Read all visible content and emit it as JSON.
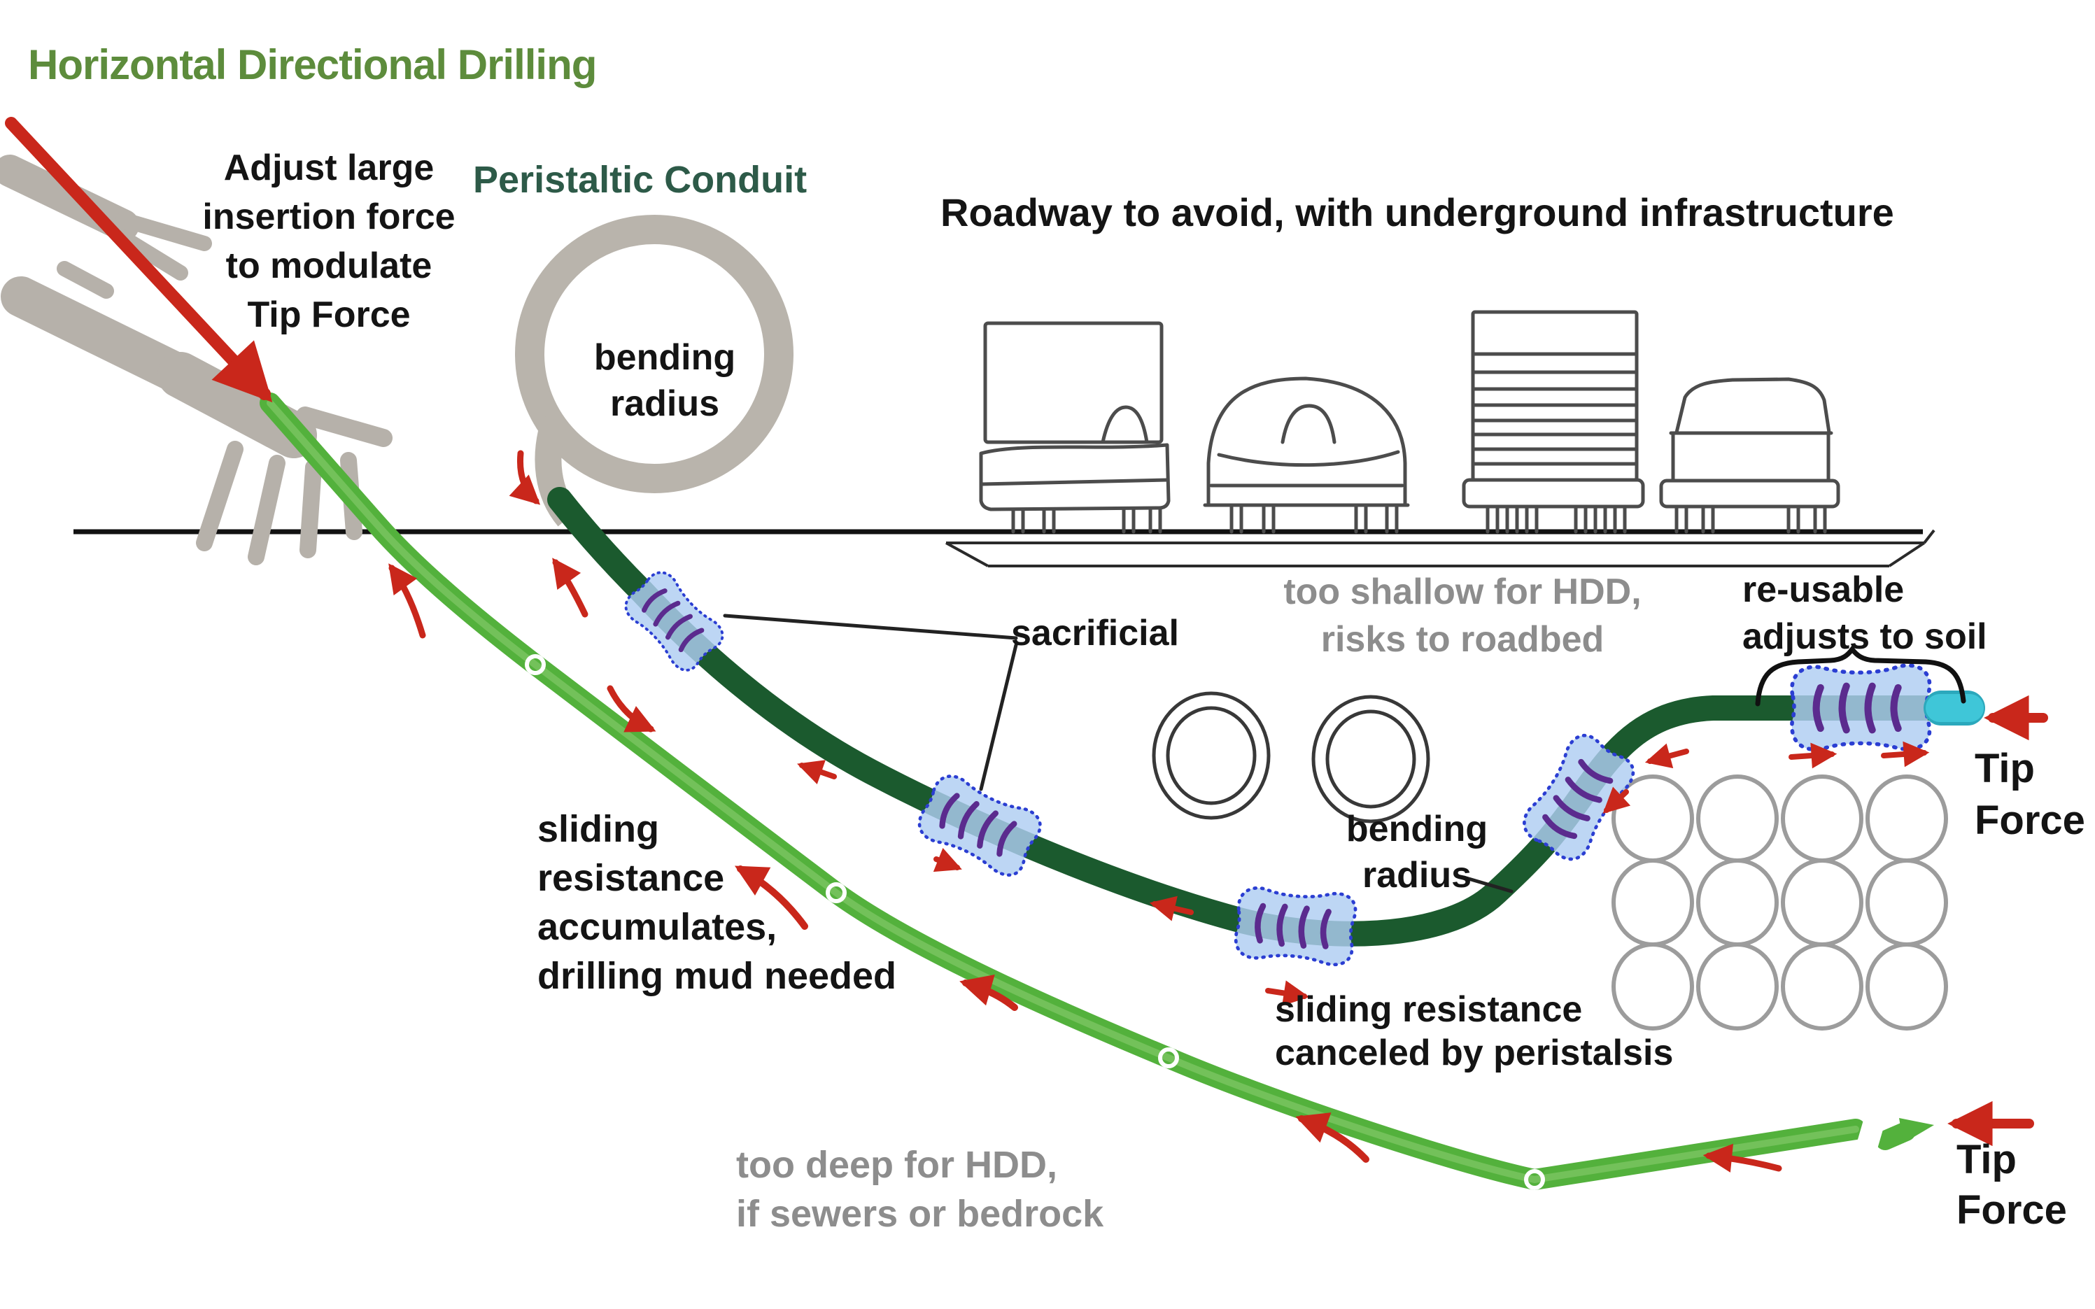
{
  "title": "Horizontal Directional Drilling",
  "annotations": {
    "adjust_note": "Adjust large\ninsertion force\nto modulate\nTip Force",
    "peristaltic_label": "Peristaltic Conduit",
    "roadway_heading": "Roadway to avoid, with underground infrastructure",
    "coil_bending_radius": "bending\nradius",
    "sacrificial": "sacrificial",
    "too_shallow": "too shallow for HDD,\nrisks to roadbed",
    "reusable": "re-usable\nadjusts to soil",
    "tip_force_upper": "Tip\nForce",
    "curve_bending_radius": "bending\nradius",
    "sliding_accumulates": "sliding\nresistance\naccumulates,\ndrilling mud needed",
    "sliding_canceled": "sliding resistance\ncanceled by peristalsis",
    "too_deep": "too deep for HDD,\nif sewers or bedrock",
    "tip_force_lower": "Tip\nForce"
  },
  "colors": {
    "title-green": "#5d8c3c",
    "teal-green": "#2d5a48",
    "black-text": "#141414",
    "gray-text": "#8d8d8d",
    "arrow-red": "#c9271b",
    "rod-green": "#53b13c",
    "rod-light": "#7cc661",
    "conduit-green": "#1b5a2e",
    "coil-gray": "#b9b4ac",
    "hand-gray": "#b6b1aa",
    "vehicle-stroke": "#4c4c4c",
    "pipe-stroke": "#383838",
    "grid-gray": "#9c9c9c",
    "actuator-fill": "#aecdf2",
    "actuator-stroke": "#2b3ed2",
    "actuator-purple": "#5b2b8e",
    "tip-cyan": "#3fc6d8",
    "line-black": "#111111"
  }
}
